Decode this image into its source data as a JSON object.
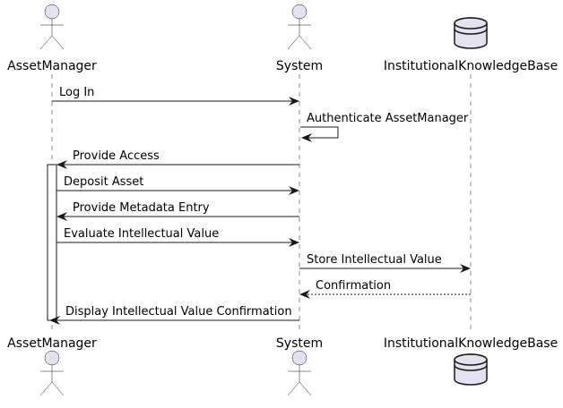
{
  "participants": [
    {
      "id": "asset-manager",
      "label": "AssetManager",
      "kind": "actor"
    },
    {
      "id": "system",
      "label": "System",
      "kind": "actor"
    },
    {
      "id": "institutional-knowledge-base",
      "label": "InstitutionalKnowledgeBase",
      "kind": "database"
    }
  ],
  "messages": [
    {
      "from": "asset-manager",
      "to": "system",
      "label": "Log In",
      "style": "solid"
    },
    {
      "from": "system",
      "to": "system",
      "label": "Authenticate AssetManager",
      "style": "solid"
    },
    {
      "from": "system",
      "to": "asset-manager",
      "label": "Provide Access",
      "style": "solid"
    },
    {
      "from": "asset-manager",
      "to": "system",
      "label": "Deposit Asset",
      "style": "solid"
    },
    {
      "from": "system",
      "to": "asset-manager",
      "label": "Provide Metadata Entry",
      "style": "solid"
    },
    {
      "from": "asset-manager",
      "to": "system",
      "label": "Evaluate Intellectual Value",
      "style": "solid"
    },
    {
      "from": "system",
      "to": "institutional-knowledge-base",
      "label": "Store Intellectual Value",
      "style": "solid"
    },
    {
      "from": "institutional-knowledge-base",
      "to": "system",
      "label": "Confirmation",
      "style": "dashed"
    },
    {
      "from": "system",
      "to": "asset-manager",
      "label": "Display Intellectual Value Confirmation",
      "style": "solid"
    }
  ],
  "colors": {
    "participant_fill": "#E2E2F0",
    "participant_stroke": "#181818",
    "lifeline": "#181818",
    "arrow": "#181818",
    "activation_fill": "#FFFFFF"
  }
}
